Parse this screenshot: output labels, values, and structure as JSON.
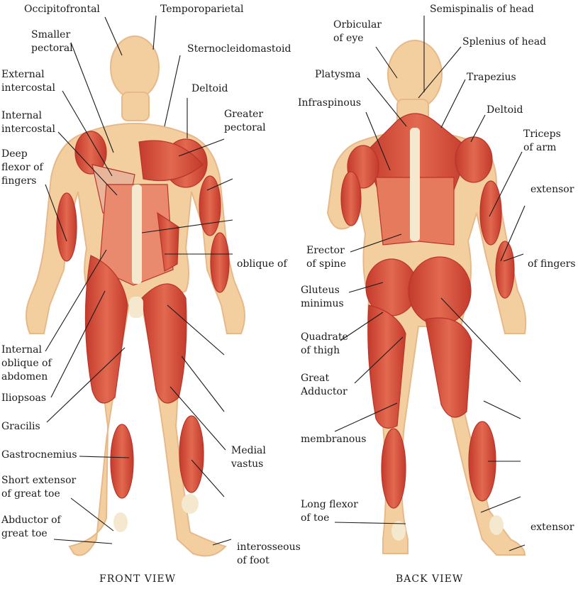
{
  "captions": {
    "front": "FRONT VIEW",
    "back": "BACK VIEW"
  },
  "front_labels": {
    "occipitofrontal": "Occipitofrontal",
    "temporoparietal": "Temporoparietal",
    "smaller_pectoral": [
      "Smaller",
      "pectoral"
    ],
    "sternocleidomastoid": "Sternocleidomastoid",
    "external_intercostal": [
      "External",
      "intercostal"
    ],
    "deltoid": "Deltoid",
    "internal_intercostal": [
      "Internal",
      "intercostal"
    ],
    "greater_pectoral": [
      "Greater",
      "pectoral"
    ],
    "deep_flexor": [
      "Deep",
      "flexor of",
      "fingers"
    ],
    "oblique_of": "oblique of",
    "internal_oblique": [
      "Internal",
      "oblique of",
      "abdomen"
    ],
    "iliopsoas": "Iliopsoas",
    "gracilis": "Gracilis",
    "gastrocnemius": "Gastrocnemius",
    "medial_vastus": [
      "Medial",
      "vastus"
    ],
    "short_extensor": [
      "Short extensor",
      "of great toe"
    ],
    "abductor": [
      "Abductor of",
      "great toe"
    ],
    "interosseous": [
      "interosseous",
      "of foot"
    ]
  },
  "back_labels": {
    "orbicular": [
      "Orbicular",
      "of eye"
    ],
    "semispinalis": "Semispinalis of head",
    "splenius": "Splenius of head",
    "platysma": "Platysma",
    "trapezius": "Trapezius",
    "infraspinous": "Infraspinous",
    "deltoid": "Deltoid",
    "triceps": [
      "Triceps",
      "of arm"
    ],
    "extensor_upper": "extensor",
    "erector": [
      "Erector",
      "of spine"
    ],
    "of_fingers": "of fingers",
    "gluteus": [
      "Gluteus",
      "minimus"
    ],
    "quadrate": [
      "Quadrate",
      "of thigh"
    ],
    "great_adductor": [
      "Great",
      "Adductor"
    ],
    "membranous": "membranous",
    "long_flexor": [
      "Long flexor",
      "of toe"
    ],
    "extensor_lower": "extensor"
  },
  "colors": {
    "skin": "#f3cfa0",
    "muscle": "#d9503c",
    "muscle_dark": "#b8352a",
    "tendon": "#f4e8cf",
    "leader_line": "#1a1a1a"
  }
}
